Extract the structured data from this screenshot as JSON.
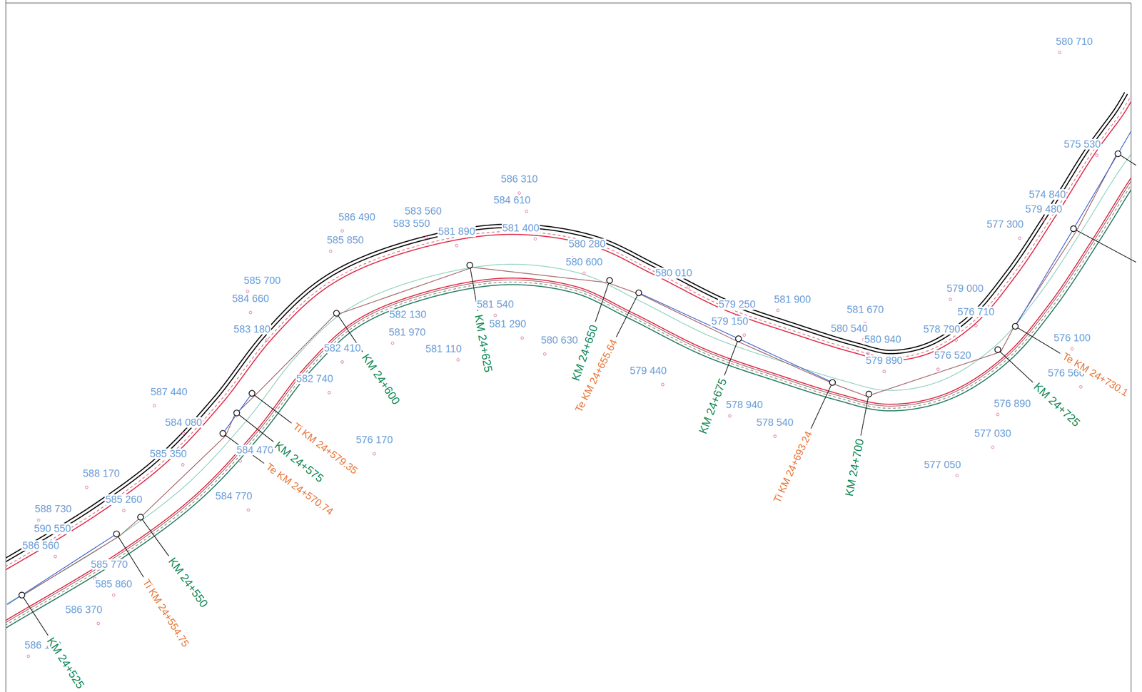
{
  "diagram": {
    "labels": [
      "580 710",
      "586 310",
      "584 610",
      "586 490",
      "583 560",
      "583 550",
      "585 850",
      "581 890",
      "581 400",
      "580 280",
      "580 600",
      "580 010",
      "585 700",
      "584 660",
      "583 180",
      "582 130",
      "581 540",
      "581 290",
      "581 970",
      "582 410",
      "581 110",
      "580 630",
      "579 250",
      "579 150",
      "581 900",
      "581 670",
      "580 540",
      "580 940",
      "579 890",
      "579 440",
      "578 940",
      "578 540",
      "575 530",
      "574 840",
      "579 480",
      "577 300",
      "579 000",
      "576 710",
      "578 790",
      "576 520",
      "576 100",
      "576 560",
      "576 890",
      "577 030",
      "577 050",
      "587 440",
      "584 080",
      "582 740",
      "584 470",
      "576 170",
      "585 350",
      "588 170",
      "585 260",
      "584 770",
      "588 730",
      "590 550",
      "586 560",
      "585 770",
      "585 860",
      "586 370",
      "586 100",
      "KM 24+525",
      "KM 24+550",
      "KM 24+575",
      "KM 24+600",
      "KM 24+625",
      "KM 24+650",
      "KM 24+675",
      "KM 24+700",
      "KM 24+725",
      "Ti KM 24+554.75",
      "Te KM 24+570.74",
      "Ti KM 24+579.35",
      "Te KM 24+655.64",
      "Ti KM 24+693.24",
      "Te KM 24+730.1"
    ]
  }
}
